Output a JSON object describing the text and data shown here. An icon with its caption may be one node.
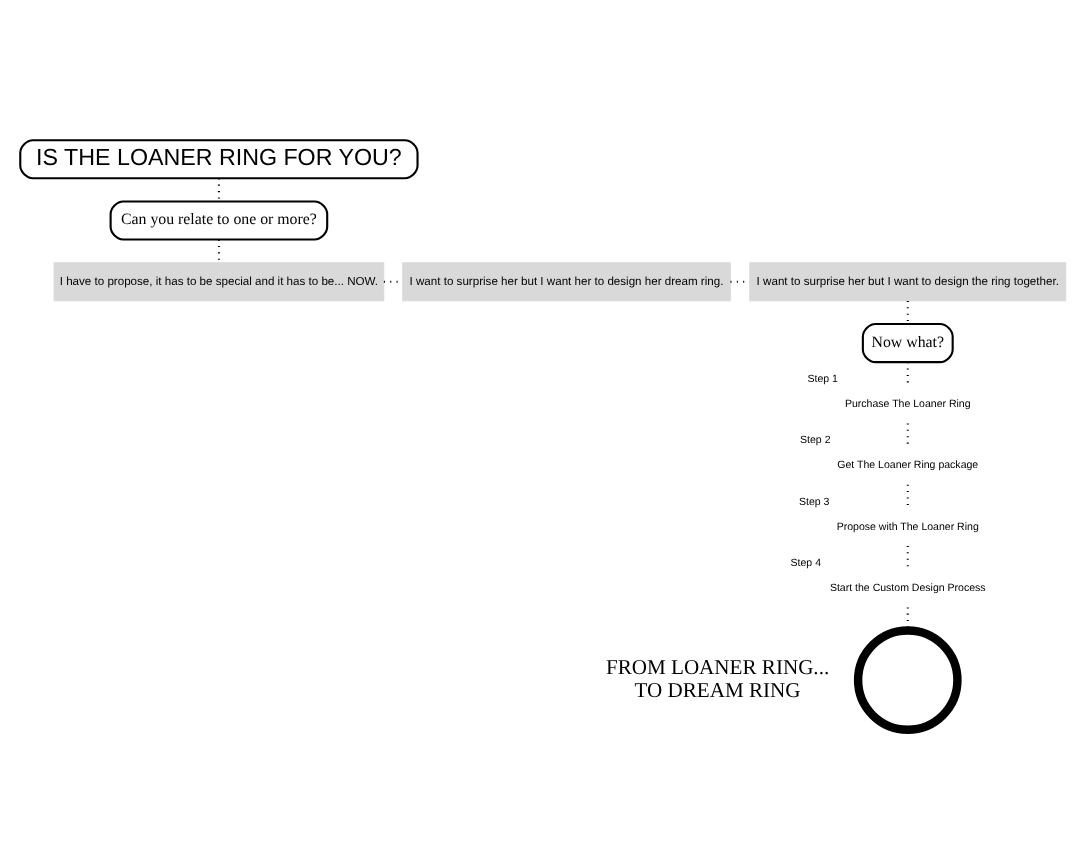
{
  "diagram": {
    "nodes": [
      {
        "text": [
          "IS THE LOANER RING FOR YOU?"
        ]
      },
      {
        "text": [
          "Can you relate to one or more?"
        ]
      },
      {
        "text": [
          "I have to propose, it has to be special and it has to be... NOW."
        ]
      },
      {
        "text": [
          "I want to surprise her but I want her to design her dream ring."
        ]
      },
      {
        "text": [
          "I want to surprise her but I want to design the ring together."
        ]
      },
      {
        "text": [
          "Now what?"
        ]
      },
      {
        "text": [
          "Purchase The Loaner Ring"
        ],
        "beside": [
          "Step 1"
        ]
      },
      {
        "text": [
          "Get The Loaner Ring package"
        ],
        "beside": [
          "Step 2"
        ]
      },
      {
        "text": [
          "Propose with The Loaner Ring"
        ],
        "beside": [
          "Step 3"
        ]
      },
      {
        "text": [
          "Start the Custom Design Process"
        ],
        "beside": [
          "Step 4"
        ]
      },
      {
        "text": [],
        "shape": "circle"
      }
    ],
    "edges": [
      {
        "from": 0,
        "to": 1,
        "arrow": "none"
      },
      {
        "from": 1,
        "to": 2,
        "arrow": "none"
      },
      {
        "from": 2,
        "to": 3,
        "arrow": "none"
      },
      {
        "from": 3,
        "to": 4,
        "arrow": "none"
      },
      {
        "from": 4,
        "to": 5,
        "arrow": "none"
      },
      {
        "from": 5,
        "to": 6,
        "arrow": "none"
      },
      {
        "from": 6,
        "to": 7,
        "arrow": "none"
      },
      {
        "from": 7,
        "to": 8,
        "arrow": "none"
      },
      {
        "from": 8,
        "to": 9,
        "arrow": "none"
      },
      {
        "from": 9,
        "to": 10,
        "arrow": "none"
      }
    ],
    "labels": [
      "FROM LOANER RING...",
      "TO DREAM RING"
    ]
  }
}
